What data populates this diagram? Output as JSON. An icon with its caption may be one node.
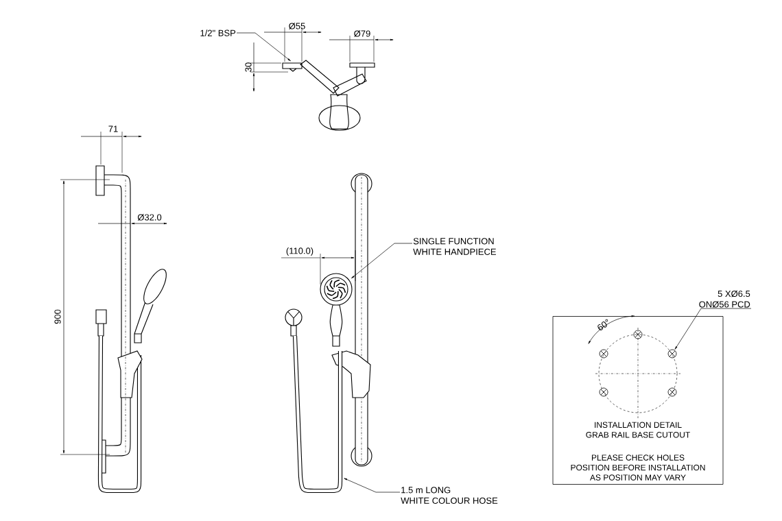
{
  "diagram": {
    "nodes": [
      {
        "text": [
          "1/2\" BSP"
        ]
      },
      {
        "text": [
          "SINGLE FUNCTION WHITE HANDPIECE"
        ]
      },
      {
        "text": [
          "5 XØ6.5 ONØ56 PCD"
        ]
      },
      {
        "text": [
          "1.5 m LONG WHITE COLOUR HOSE"
        ]
      },
      {
        "text": [
          "INSTALLATION DETAIL GRAB RAIL BASE CUTOUT",
          "PLEASE CHECK HOLES POSITION BEFORE INSTALLATION AS POSITION MAY VARY"
        ]
      },
      {
        "text": [],
        "shape": "picture"
      },
      {
        "text": [],
        "shape": "picture"
      },
      {
        "text": [],
        "shape": "picture"
      }
    ],
    "edges": [
      {
        "from": 0,
        "to": 5,
        "arrow": "to"
      },
      {
        "from": 1,
        "to": 6,
        "arrow": "to"
      },
      {
        "from": 2,
        "to": 4,
        "arrow": "to"
      },
      {
        "from": 3,
        "to": 7,
        "arrow": "to"
      }
    ],
    "labels": [
      "Ø55",
      "Ø79",
      "30",
      "71",
      "Ø32.0",
      "900",
      "(110.0)",
      "60°"
    ]
  }
}
